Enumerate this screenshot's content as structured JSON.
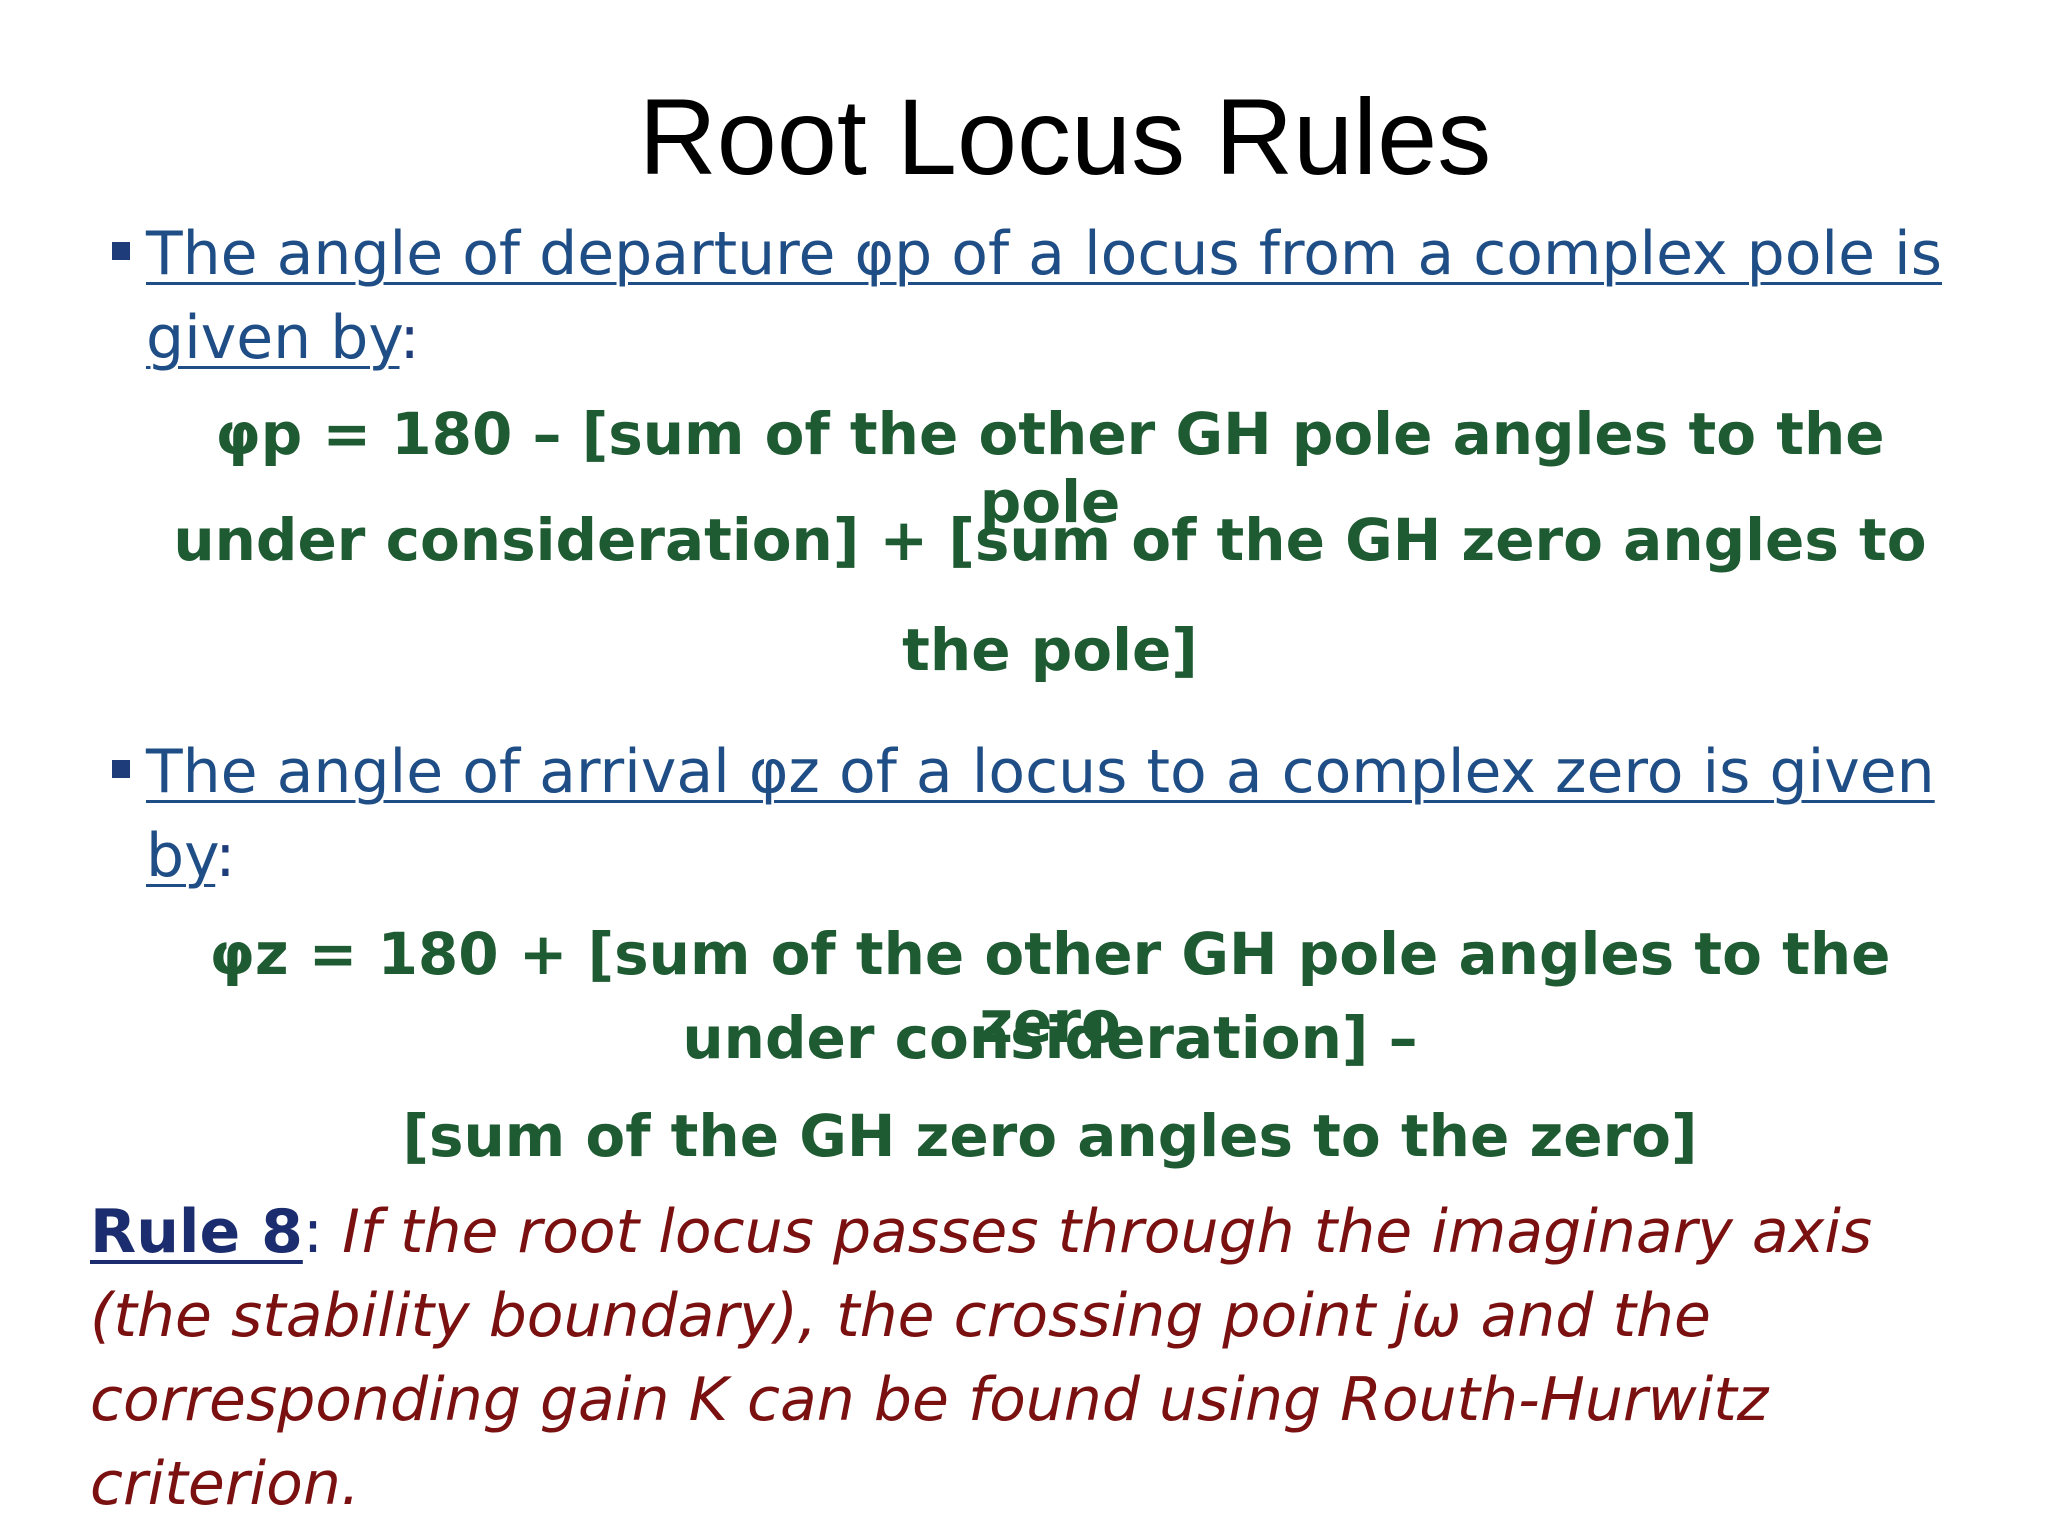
{
  "title": "Root Locus Rules",
  "bullet1": {
    "text": "The angle of departure φp of a locus from a complex pole is given by",
    "colon": ":"
  },
  "formula1": {
    "line1": "φp = 180 – [sum of the other GH pole angles to the pole",
    "line2": "under consideration] +  [sum of the GH zero angles to",
    "line3": "the pole]"
  },
  "bullet2": {
    "text": "The angle of arrival φz of a locus to a complex zero is given by",
    "colon": ":"
  },
  "formula2": {
    "line1": "φz = 180 + [sum of the other GH pole angles to the zero",
    "line2": "under consideration] –",
    "line3": "[sum of the GH zero angles to the zero]"
  },
  "rule8": {
    "label": "Rule  8",
    "separator": ":",
    "text": " If the root locus passes through the imaginary axis (the stability boundary), the crossing point jω and the corresponding  gain K can be found using Routh-Hurwitz criterion."
  },
  "colors": {
    "title": "#000000",
    "bullet_text": "#1f4e86",
    "formula": "#1e5a32",
    "rule_text": "#7a1010",
    "rule_label": "#1b2d6e"
  }
}
